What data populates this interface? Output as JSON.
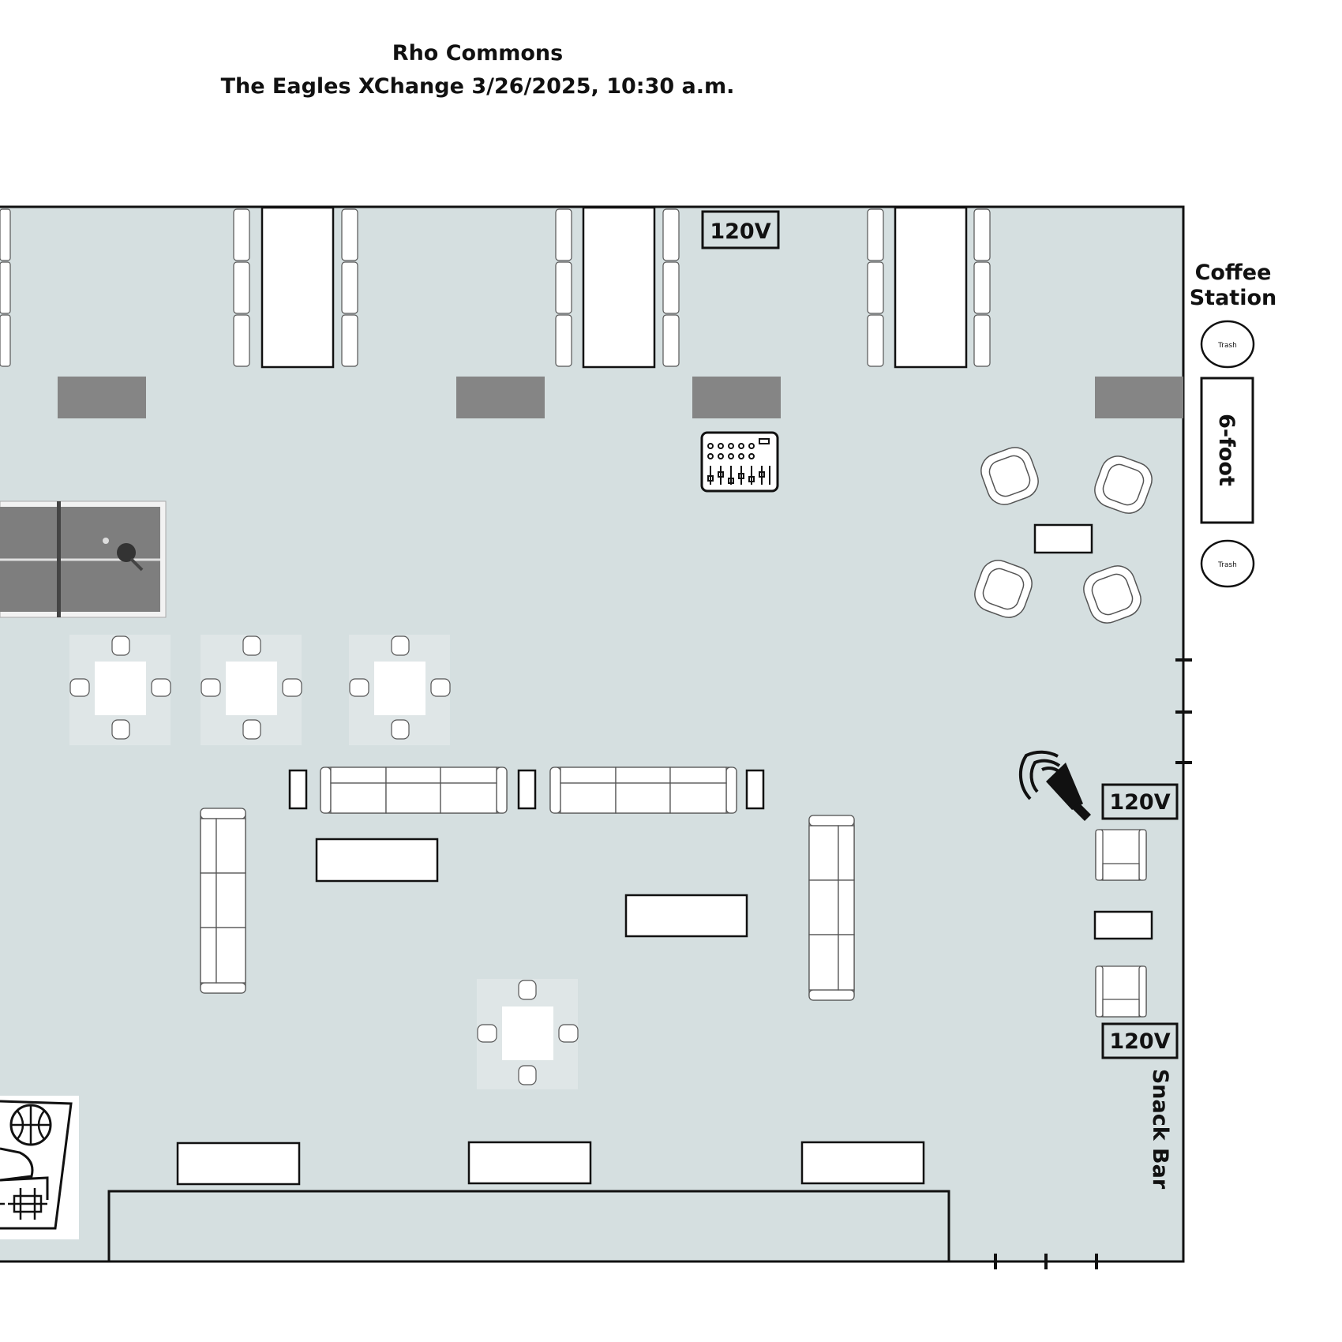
{
  "header": {
    "title": "Rho Commons",
    "subtitle": "The Eagles XChange 3/26/2025, 10:30 a.m."
  },
  "labels": {
    "outlet": "120V",
    "coffee_station_line1": "Coffee",
    "coffee_station_line2": "Station",
    "trash": "Trash",
    "six_foot_table": "6-foot",
    "snack_bar": "Snack Bar"
  },
  "colors": {
    "floor": "#d5dfe0",
    "wall": "#111111",
    "dark_block": "#858585",
    "table_fill": "#ffffff"
  },
  "icons": [
    "ping-pong-table",
    "audio-mixer-icon",
    "speaker-icon",
    "basketball-arcade-icon"
  ]
}
